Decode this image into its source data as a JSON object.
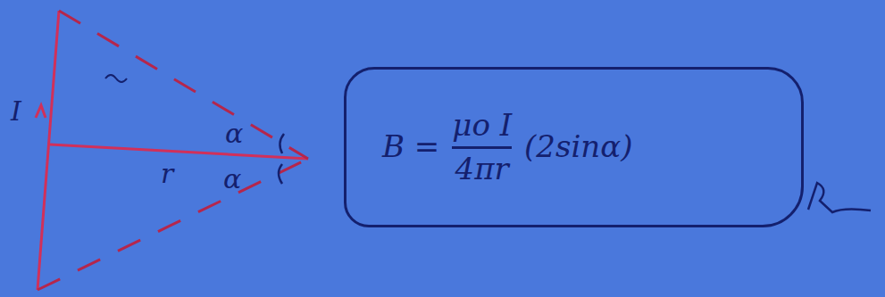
{
  "diagram": {
    "nodes": [
      {
        "text": [
          "B =",
          "μo I",
          "4πr",
          "(2sinα)"
        ]
      }
    ],
    "labels": [
      "I",
      "r",
      "α",
      "α"
    ]
  }
}
